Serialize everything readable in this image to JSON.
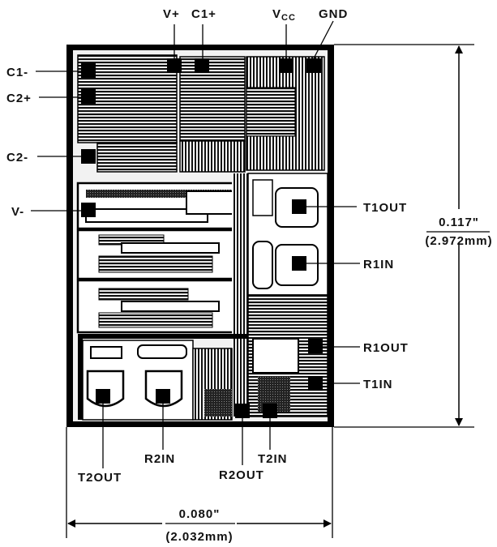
{
  "pins": {
    "c1_minus": "C1-",
    "c2_plus": "C2+",
    "c2_minus": "C2-",
    "v_minus": "V-",
    "v_plus": "V+",
    "c1_plus": "C1+",
    "vcc_main": "V",
    "vcc_sub": "CC",
    "gnd": "GND",
    "t1out": "T1OUT",
    "r1in": "R1IN",
    "r1out": "R1OUT",
    "t1in": "T1IN",
    "t2out": "T2OUT",
    "r2in": "R2IN",
    "r2out": "R2OUT",
    "t2in": "T2IN"
  },
  "dimensions": {
    "height_in": "0.117\"",
    "height_mm": "(2.972mm)",
    "width_in": "0.080\"",
    "width_mm": "(2.032mm)"
  }
}
